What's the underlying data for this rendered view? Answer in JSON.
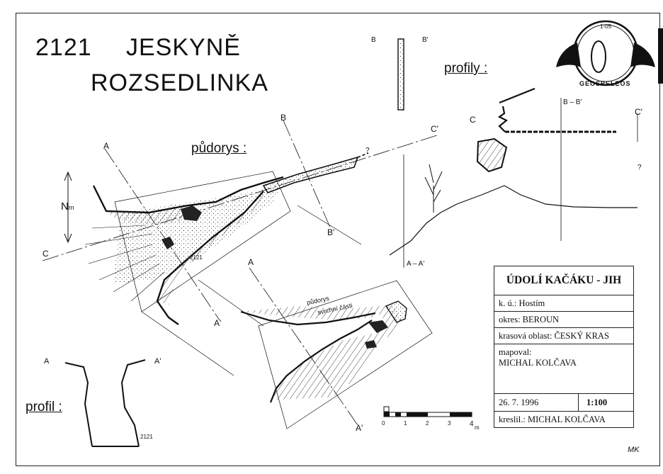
{
  "title": {
    "number": "2121",
    "name_line1": "JESKYNĚ",
    "name_line2": "ROZSEDLINKA"
  },
  "labels": {
    "plan": "půdorys :",
    "profiles": "profily :",
    "profile": "profil :",
    "upper_plan_line1": "půdorys",
    "upper_plan_line2": "svrchní části",
    "north": "N",
    "north_sub": "m",
    "cave_no_plan": "2121",
    "cave_no_profile": "2121",
    "question_1": "?",
    "question_2": "?"
  },
  "section_marks": {
    "a": "A",
    "a_prime": "A'",
    "b": "B",
    "b_prime": "B'",
    "c": "C",
    "c_prime": "C'",
    "aa": "A – A'",
    "bb": "B – B'"
  },
  "logo": {
    "text": "GEOSPELEOS",
    "code": "1-05"
  },
  "scale_bar": {
    "ticks": [
      "0",
      "1",
      "2",
      "3",
      "4"
    ],
    "unit": "m"
  },
  "info_box": {
    "heading": "ÚDOLÍ KAČÁKU - JIH",
    "cadastre": "k. ú.: Hostím",
    "district": "okres: BEROUN",
    "karst_area": "krasová oblast: ČESKÝ KRAS",
    "surveyed_label": "mapoval:",
    "surveyor": "MICHAL KOLČAVA",
    "date": "26. 7. 1996",
    "scale": "1:100",
    "drawn_by": "kreslil.: MICHAL KOLČAVA"
  },
  "signature": "MK"
}
